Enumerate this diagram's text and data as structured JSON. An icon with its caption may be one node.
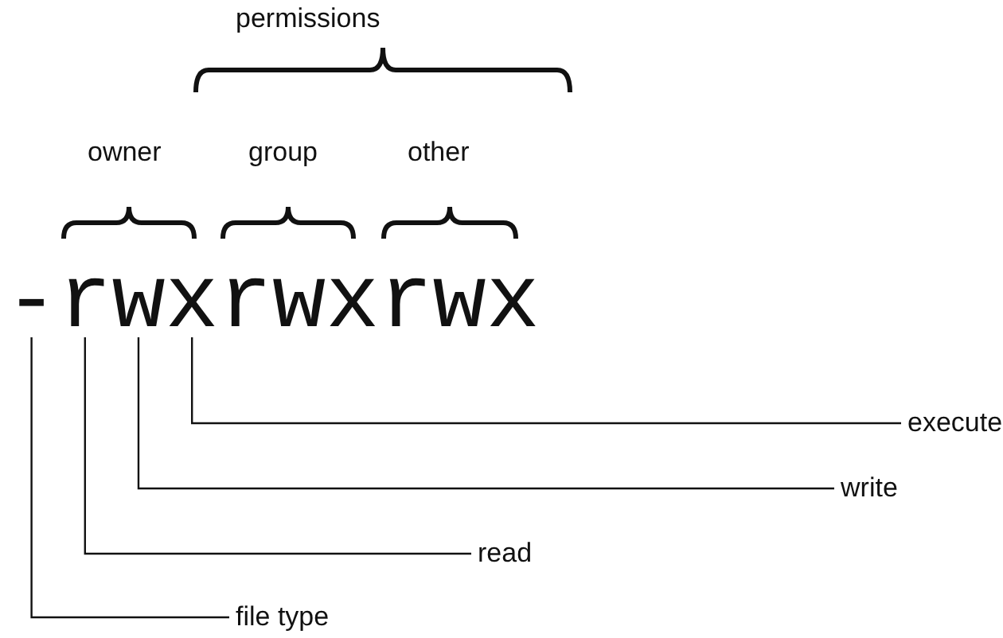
{
  "diagram": {
    "nodes": [
      {
        "text": [
          "-"
        ]
      },
      {
        "text": [
          "r"
        ]
      },
      {
        "text": [
          "w"
        ]
      },
      {
        "text": [
          "x"
        ]
      },
      {
        "text": [
          "r"
        ]
      },
      {
        "text": [
          "w"
        ]
      },
      {
        "text": [
          "x"
        ]
      },
      {
        "text": [
          "r"
        ]
      },
      {
        "text": [
          "w"
        ]
      },
      {
        "text": [
          "x"
        ]
      },
      {
        "text": [
          "execute"
        ]
      },
      {
        "text": [
          "write"
        ]
      },
      {
        "text": [
          "read"
        ]
      },
      {
        "text": [
          "file type"
        ]
      }
    ],
    "edges": [
      {
        "from": 10,
        "to": 3,
        "arrow": "none"
      },
      {
        "from": 11,
        "to": 2,
        "arrow": "none"
      },
      {
        "from": 12,
        "to": 1,
        "arrow": "none"
      },
      {
        "from": 13,
        "to": 0,
        "arrow": "none"
      }
    ],
    "labels": [
      "permissions",
      "owner",
      "group",
      "other"
    ]
  }
}
